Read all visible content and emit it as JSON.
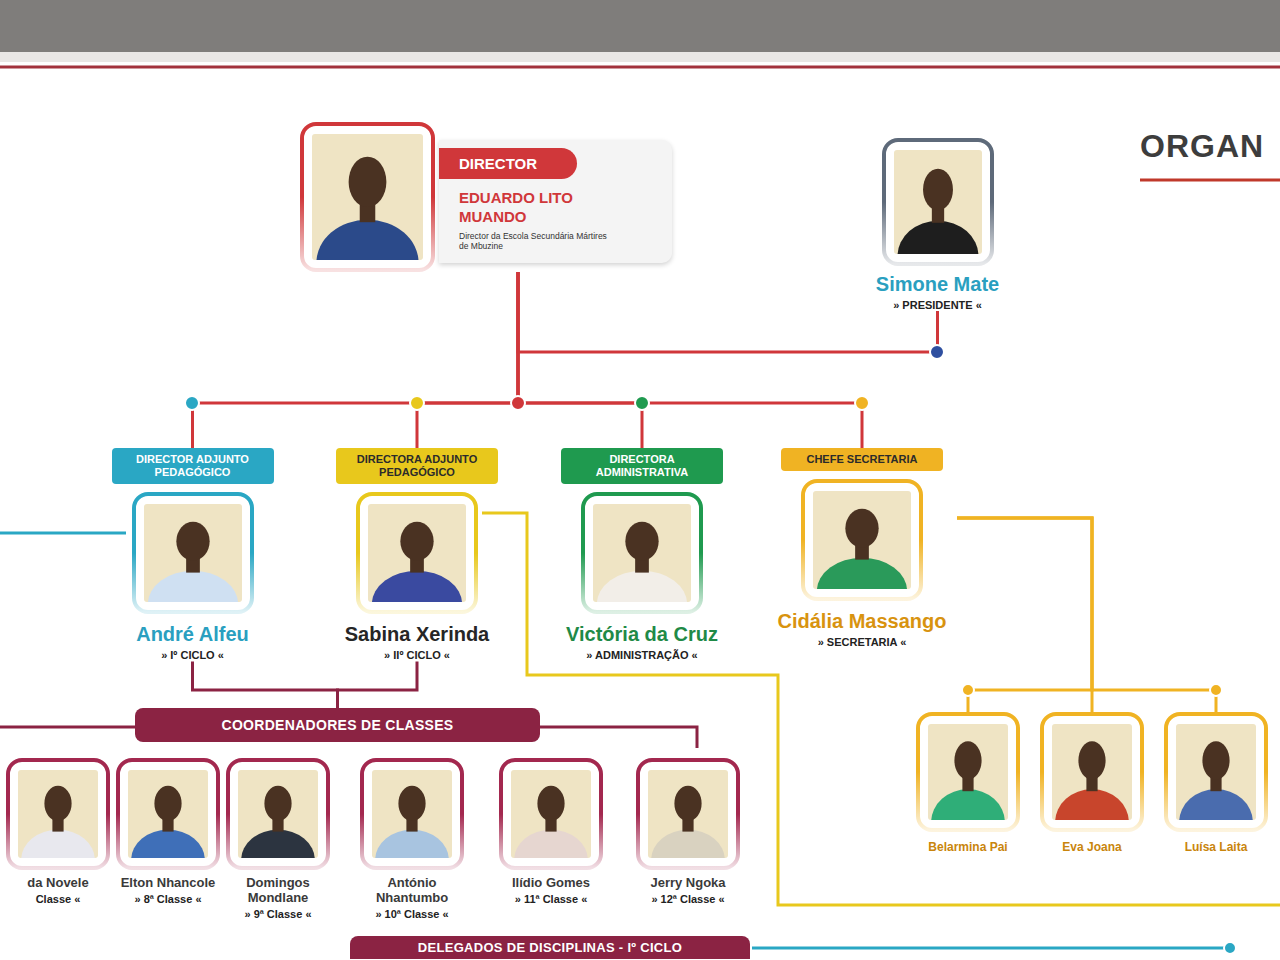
{
  "diagram": {
    "title": "ORGAN",
    "nodes": [
      {
        "text": [
          "DIRECTOR",
          "EDUARDO LITO MUANDO",
          "Director da Escola Secundária Mártires de Mbuzine"
        ]
      },
      {
        "text": [
          "Simone Mate",
          "» PRESIDENTE «"
        ]
      },
      {
        "text": [
          "DIRECTOR ADJUNTO PEDAGÓGICO",
          "André Alfeu",
          "» Iº CICLO «"
        ]
      },
      {
        "text": [
          "DIRECTORA ADJUNTO PEDAGÓGICO",
          "Sabina Xerinda",
          "» IIº CICLO «"
        ]
      },
      {
        "text": [
          "DIRECTORA ADMINISTRATIVA",
          "Victória da Cruz",
          "» ADMINISTRAÇÃO «"
        ]
      },
      {
        "text": [
          "CHEFE SECRETARIA",
          "Cidália Massango",
          "» SECRETARIA «"
        ]
      },
      {
        "text": [
          "COORDENADORES DE CLASSES"
        ]
      },
      {
        "text": [
          "da Novele",
          "Classe «"
        ]
      },
      {
        "text": [
          "Elton Nhancole",
          "» 8ª Classe «"
        ]
      },
      {
        "text": [
          "Domingos Mondlane",
          "» 9ª Classe «"
        ]
      },
      {
        "text": [
          "António Nhantumbo",
          "» 10ª Classe «"
        ]
      },
      {
        "text": [
          "Ilídio Gomes",
          "» 11ª Classe «"
        ]
      },
      {
        "text": [
          "Jerry Ngoka",
          "» 12ª Classe «"
        ]
      },
      {
        "text": [
          "Belarmina Pai"
        ]
      },
      {
        "text": [
          "Eva Joana"
        ]
      },
      {
        "text": [
          "Luísa Laita"
        ]
      },
      {
        "text": [
          "DELEGADOS DE DISCIPLINAS - Iº CICLO"
        ]
      }
    ],
    "edges": [
      {
        "from": 0,
        "to": 1,
        "arrow": "none"
      },
      {
        "from": 0,
        "to": 2,
        "arrow": "none"
      },
      {
        "from": 0,
        "to": 3,
        "arrow": "none"
      },
      {
        "from": 0,
        "to": 4,
        "arrow": "none"
      },
      {
        "from": 0,
        "to": 5,
        "arrow": "none"
      },
      {
        "from": 2,
        "to": 6,
        "arrow": "none"
      },
      {
        "from": 3,
        "to": 6,
        "arrow": "none"
      },
      {
        "from": 5,
        "to": 13,
        "arrow": "none"
      },
      {
        "from": 5,
        "to": 14,
        "arrow": "none"
      },
      {
        "from": 5,
        "to": 15,
        "arrow": "none"
      }
    ]
  }
}
